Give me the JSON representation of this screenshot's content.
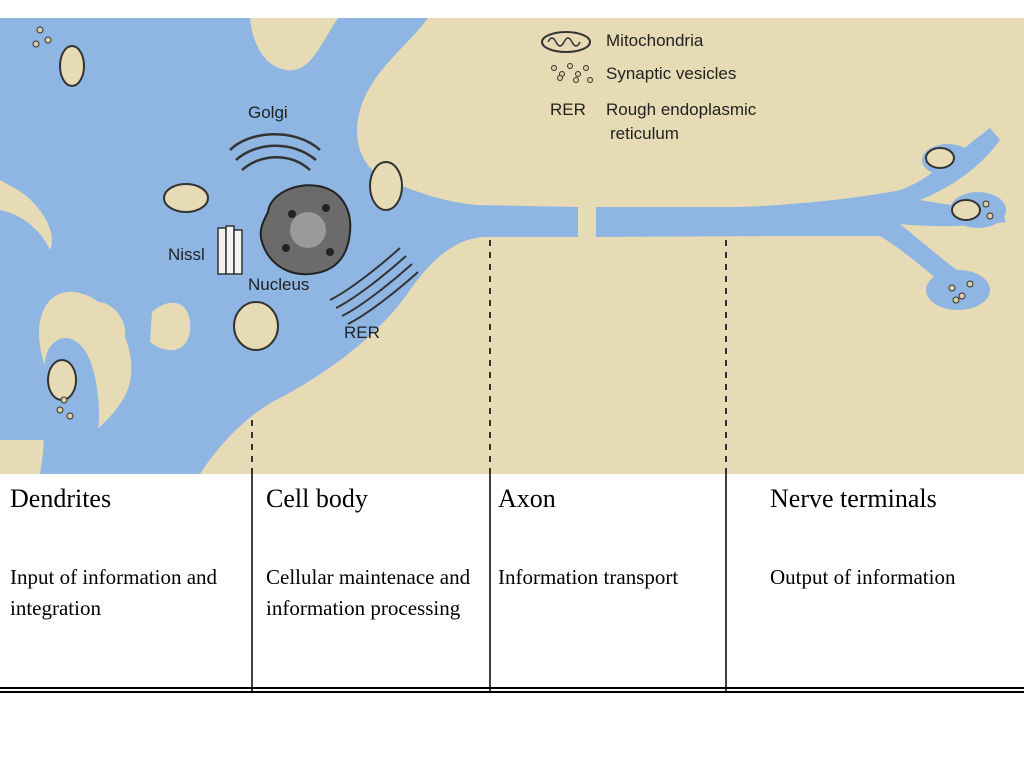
{
  "diagram": {
    "labels": {
      "golgi": "Golgi",
      "nissl": "Nissl",
      "nucleus": "Nucleus",
      "rer": "RER"
    },
    "legend": {
      "mitochondria": "Mitochondria",
      "synaptic_vesicles": "Synaptic vesicles",
      "rer_abbrev": "RER",
      "rer_line1": "Rough endoplasmic",
      "rer_line2": "reticulum"
    },
    "colors": {
      "background": "#e6dbb5",
      "cell": "#8fb6e2",
      "organelle_outline": "#333333"
    }
  },
  "regions": [
    {
      "title": "Dendrites",
      "description": "Input of information and integration"
    },
    {
      "title": "Cell body",
      "description": "Cellular maintenace and information processing"
    },
    {
      "title": "Axon",
      "description": "Information transport"
    },
    {
      "title": "Nerve terminals",
      "description": "Output of information"
    }
  ]
}
